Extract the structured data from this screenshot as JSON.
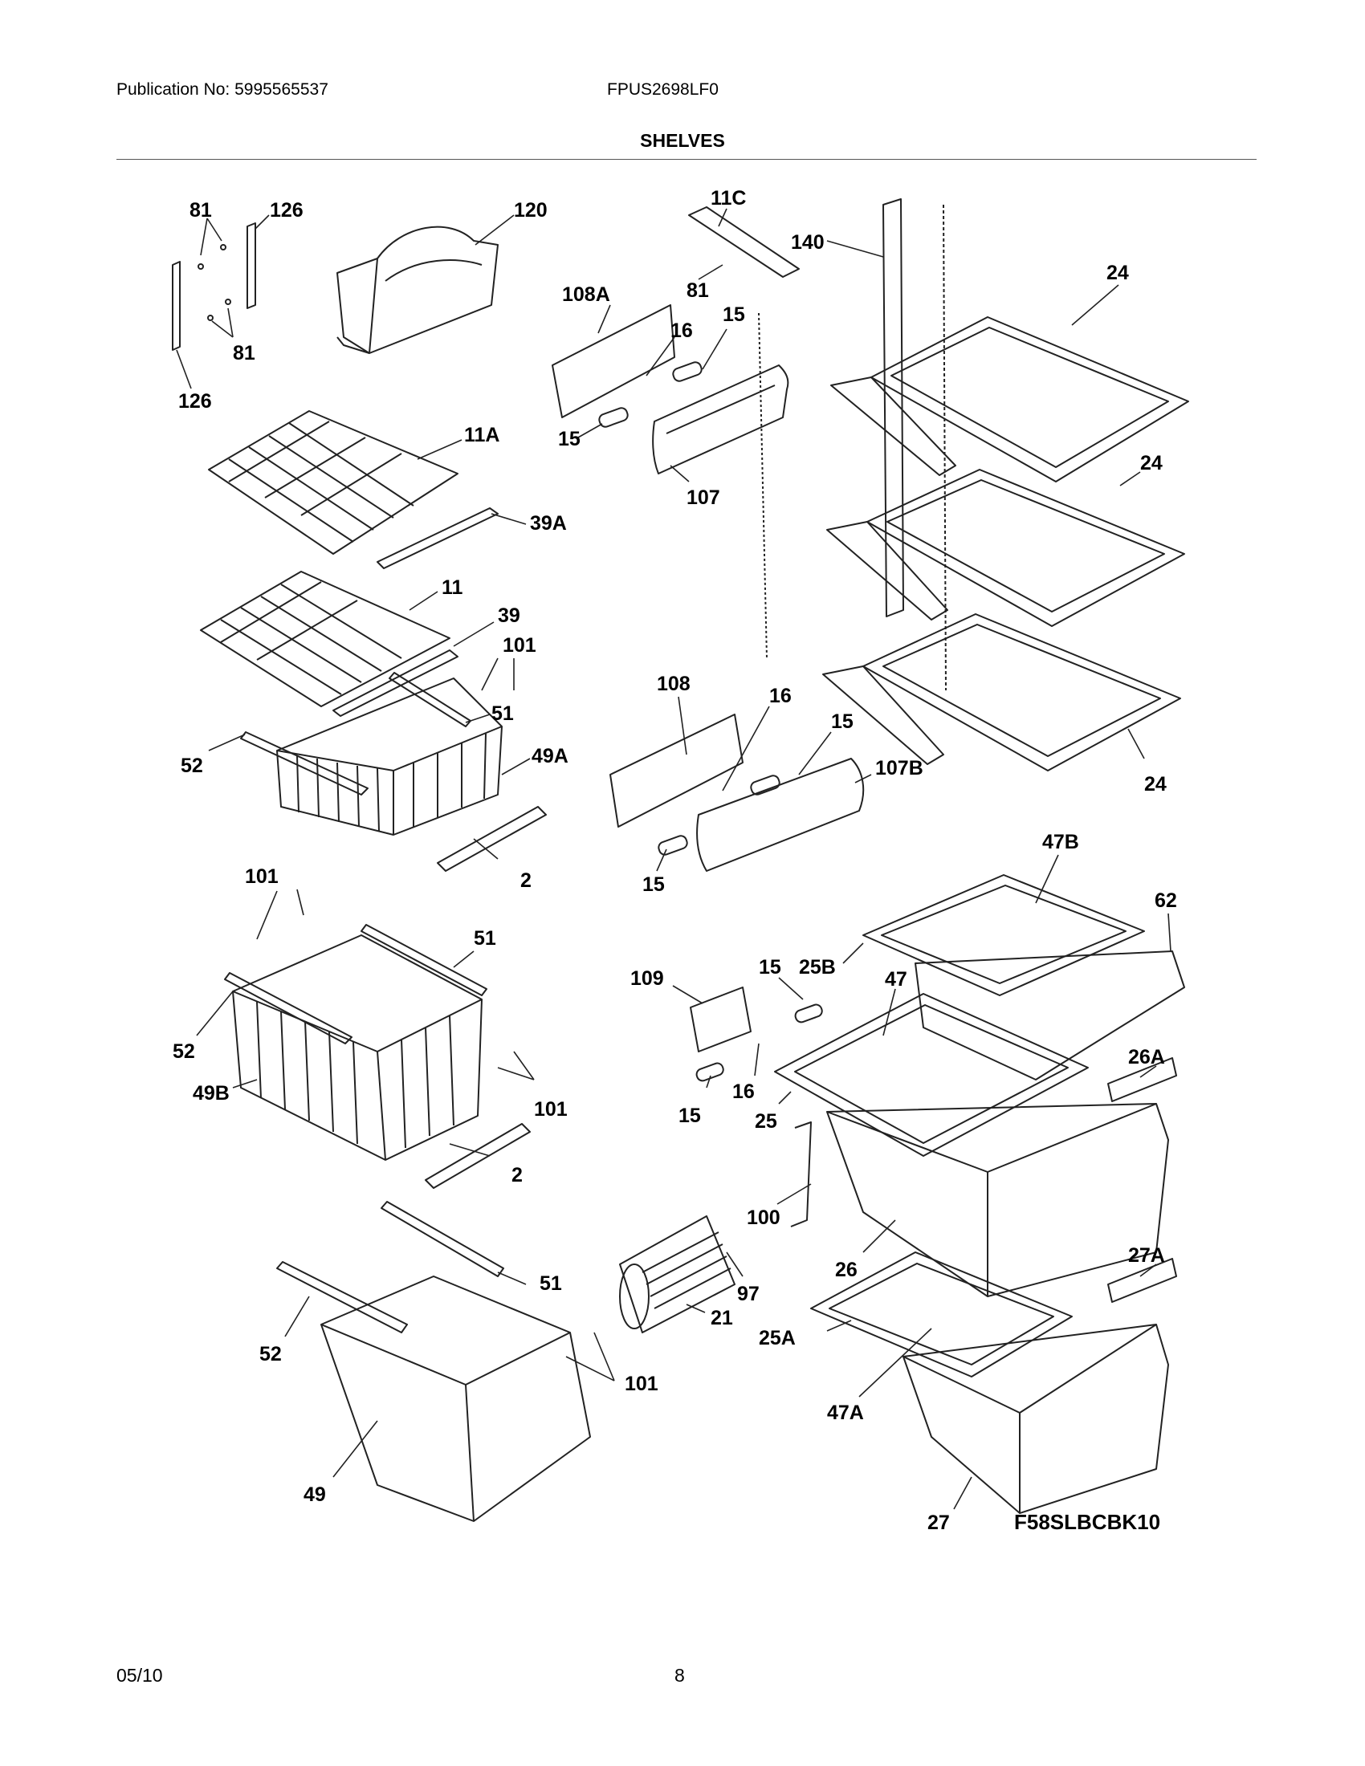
{
  "header": {
    "publication": "Publication No: 5995565537",
    "model": "FPUS2698LF0",
    "section_title": "SHELVES"
  },
  "footer": {
    "date": "05/10",
    "page_number": "8"
  },
  "diagram": {
    "drawing_code": "F58SLBCBK10",
    "callouts": [
      {
        "id": "81-a",
        "label": "81"
      },
      {
        "id": "126-a",
        "label": "126"
      },
      {
        "id": "81-b",
        "label": "81"
      },
      {
        "id": "126-b",
        "label": "126"
      },
      {
        "id": "120",
        "label": "120"
      },
      {
        "id": "11A",
        "label": "11A"
      },
      {
        "id": "39A",
        "label": "39A"
      },
      {
        "id": "11",
        "label": "11"
      },
      {
        "id": "39",
        "label": "39"
      },
      {
        "id": "101-a",
        "label": "101"
      },
      {
        "id": "51-a",
        "label": "51"
      },
      {
        "id": "52-a",
        "label": "52"
      },
      {
        "id": "49A",
        "label": "49A"
      },
      {
        "id": "2-a",
        "label": "2"
      },
      {
        "id": "101-b",
        "label": "101"
      },
      {
        "id": "51-b",
        "label": "51"
      },
      {
        "id": "52-b",
        "label": "52"
      },
      {
        "id": "49B",
        "label": "49B"
      },
      {
        "id": "101-c",
        "label": "101"
      },
      {
        "id": "2-b",
        "label": "2"
      },
      {
        "id": "51-c",
        "label": "51"
      },
      {
        "id": "52-c",
        "label": "52"
      },
      {
        "id": "101-d",
        "label": "101"
      },
      {
        "id": "49",
        "label": "49"
      },
      {
        "id": "11C",
        "label": "11C"
      },
      {
        "id": "140",
        "label": "140"
      },
      {
        "id": "81-c",
        "label": "81"
      },
      {
        "id": "108A",
        "label": "108A"
      },
      {
        "id": "16-a",
        "label": "16"
      },
      {
        "id": "15-a",
        "label": "15"
      },
      {
        "id": "15-b",
        "label": "15"
      },
      {
        "id": "107",
        "label": "107"
      },
      {
        "id": "24-a",
        "label": "24"
      },
      {
        "id": "24-b",
        "label": "24"
      },
      {
        "id": "24-c",
        "label": "24"
      },
      {
        "id": "108",
        "label": "108"
      },
      {
        "id": "16-b",
        "label": "16"
      },
      {
        "id": "15-c",
        "label": "15"
      },
      {
        "id": "107B",
        "label": "107B"
      },
      {
        "id": "15-d",
        "label": "15"
      },
      {
        "id": "47B",
        "label": "47B"
      },
      {
        "id": "62",
        "label": "62"
      },
      {
        "id": "109",
        "label": "109"
      },
      {
        "id": "15-e",
        "label": "15"
      },
      {
        "id": "25B",
        "label": "25B"
      },
      {
        "id": "47",
        "label": "47"
      },
      {
        "id": "16-c",
        "label": "16"
      },
      {
        "id": "15-f",
        "label": "15"
      },
      {
        "id": "25",
        "label": "25"
      },
      {
        "id": "26A",
        "label": "26A"
      },
      {
        "id": "100",
        "label": "100"
      },
      {
        "id": "26",
        "label": "26"
      },
      {
        "id": "97",
        "label": "97"
      },
      {
        "id": "21",
        "label": "21"
      },
      {
        "id": "27A",
        "label": "27A"
      },
      {
        "id": "25A",
        "label": "25A"
      },
      {
        "id": "47A",
        "label": "47A"
      },
      {
        "id": "27",
        "label": "27"
      }
    ]
  }
}
